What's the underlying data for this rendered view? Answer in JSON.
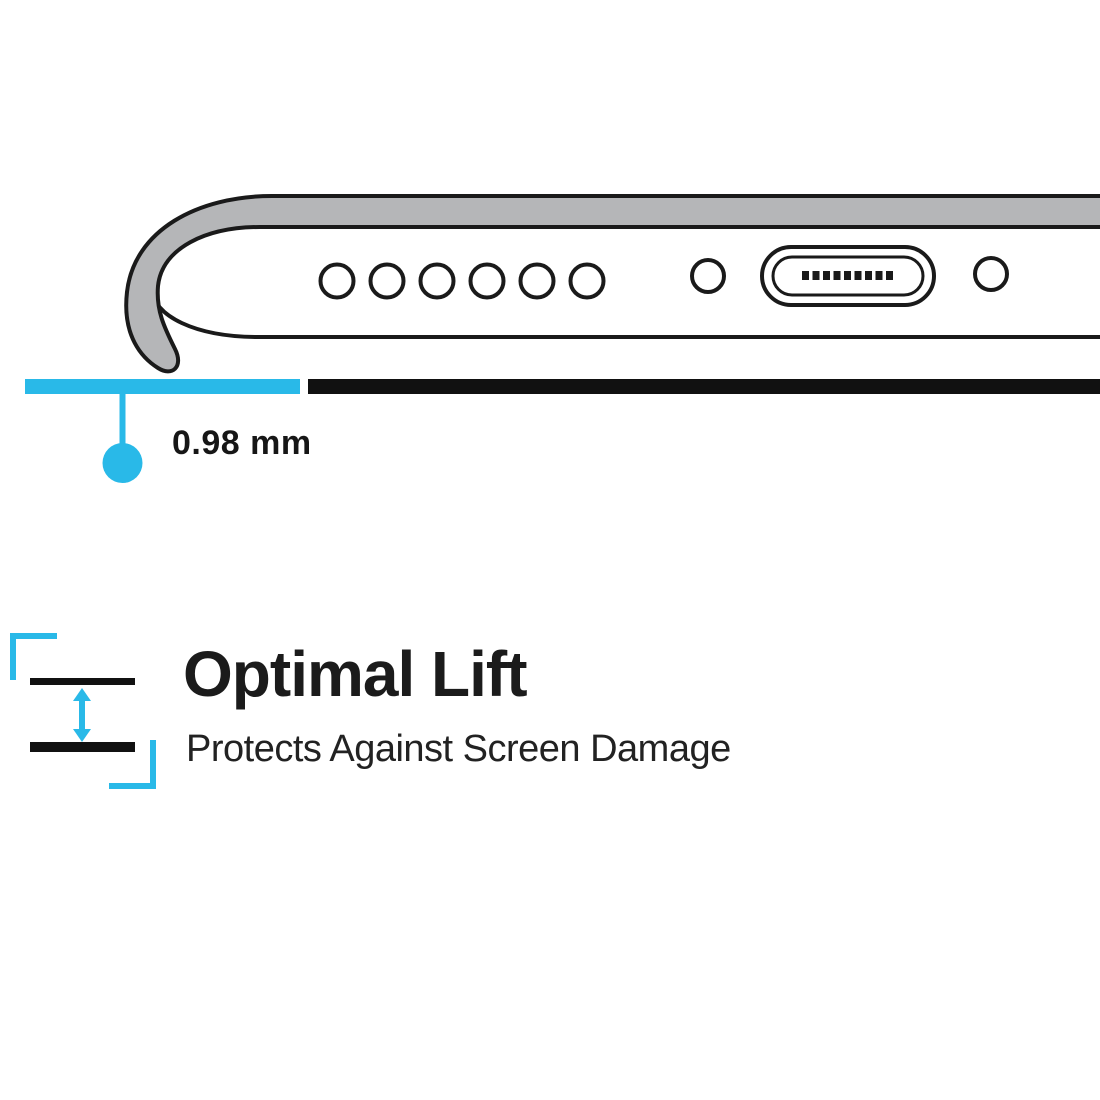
{
  "measurement": {
    "label": "0.98 mm"
  },
  "feature": {
    "title": "Optimal Lift",
    "subtitle": "Protects Against Screen Damage"
  },
  "icons": [
    {
      "name": "lift-spacing-icon",
      "meaning": "double-headed vertical arrow between two surfaces with corner brackets"
    }
  ],
  "colors": {
    "accent_cyan": "#29b9e8",
    "ink_black": "#161616",
    "case_gray": "#b5b6b8",
    "background": "#ffffff"
  }
}
